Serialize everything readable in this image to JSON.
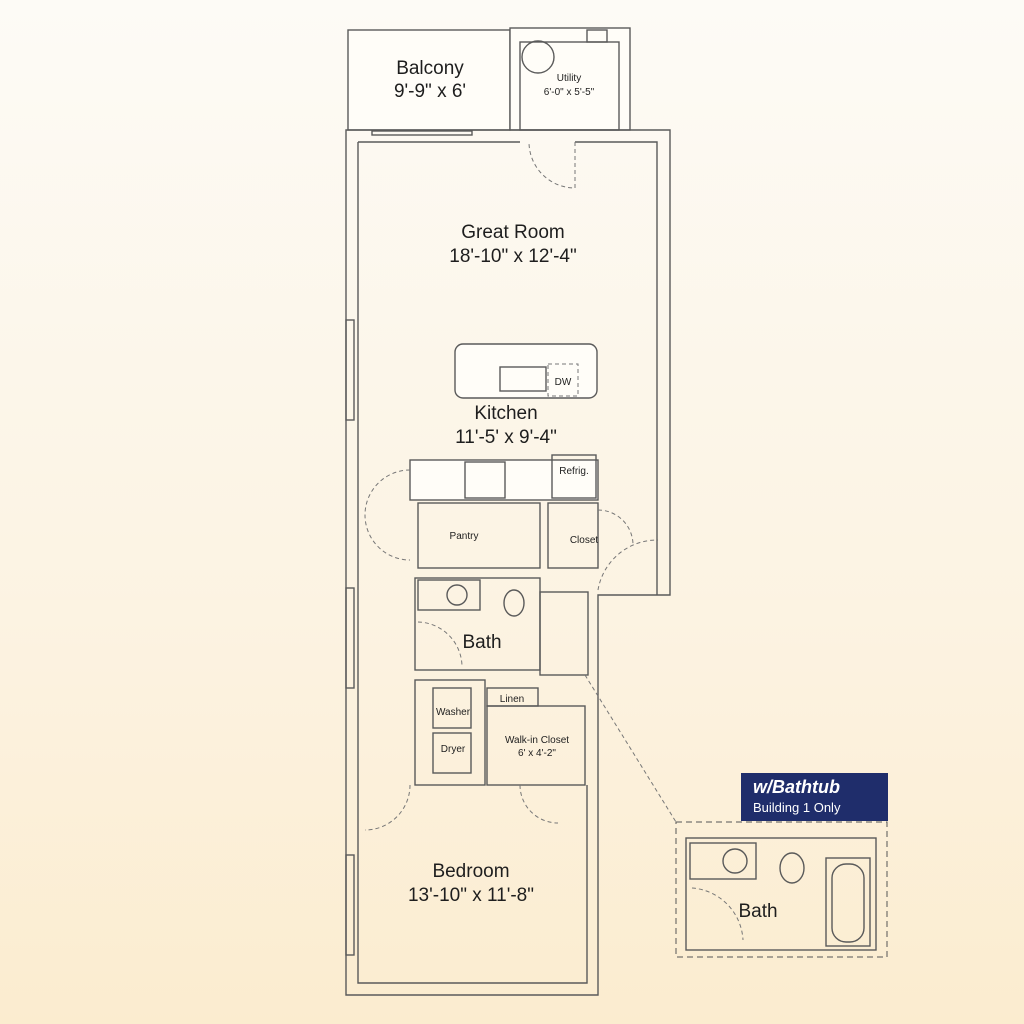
{
  "rooms": {
    "balcony": {
      "name": "Balcony",
      "size": "9'-9\" x 6'"
    },
    "utility": {
      "name": "Utility",
      "size": "6'-0\" x 5'-5\""
    },
    "great_room": {
      "name": "Great Room",
      "size": "18'-10\" x 12'-4\""
    },
    "kitchen": {
      "name": "Kitchen",
      "size": "11'-5' x 9'-4\""
    },
    "pantry": {
      "name": "Pantry"
    },
    "closet": {
      "name": "Closet"
    },
    "bath": {
      "name": "Bath"
    },
    "linen": {
      "name": "Linen"
    },
    "walk_in_closet": {
      "name": "Walk-in Closet",
      "size": "6' x 4'-2\""
    },
    "bedroom": {
      "name": "Bedroom",
      "size": "13'-10\" x 11'-8\""
    }
  },
  "fixtures": {
    "dishwasher": "DW",
    "refrigerator": "Refrig.",
    "washer": "Washer",
    "dryer": "Dryer"
  },
  "inset": {
    "title": "w/Bathtub",
    "subtitle": "Building 1 Only",
    "room": "Bath",
    "tag_color": "#1f2d6b"
  }
}
